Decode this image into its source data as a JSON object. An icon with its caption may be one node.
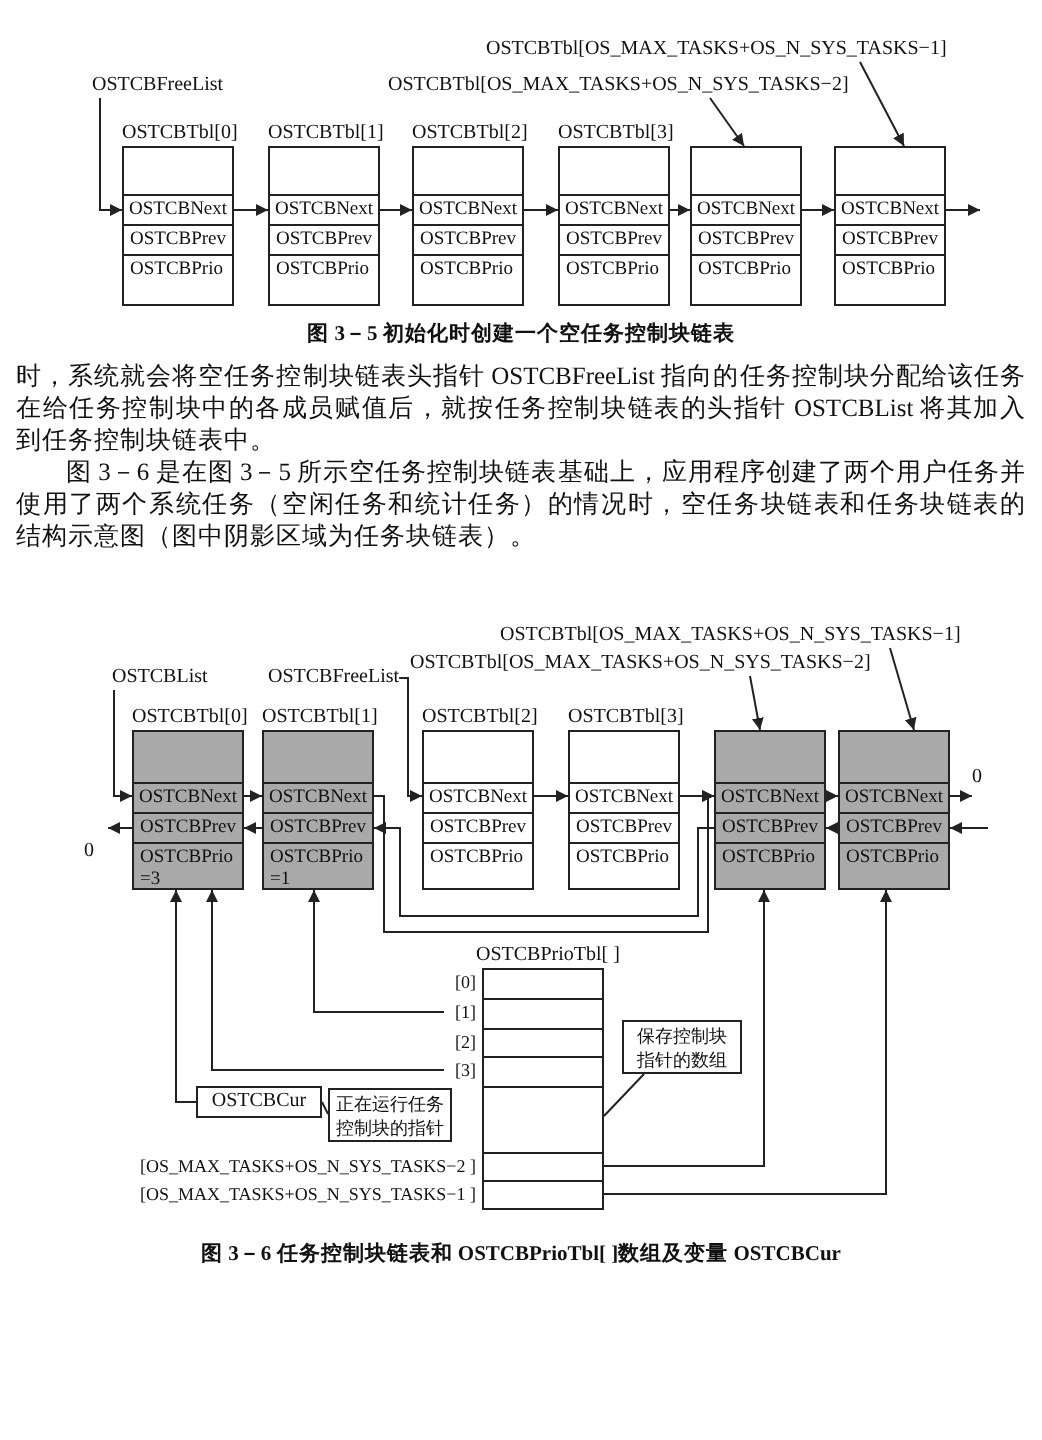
{
  "diagram": {
    "nodes": [
      {
        "text": [
          "OSTCBTbl[OS_MAX_TASKS+OS_N_SYS_TASKS−1]"
        ]
      },
      {
        "text": [
          "OSTCBFreeList"
        ]
      },
      {
        "text": [
          "OSTCBTbl[OS_MAX_TASKS+OS_N_SYS_TASKS−2]"
        ]
      },
      {
        "text": [
          "OSTCBTbl[0]",
          "OSTCBNext",
          "OSTCBPrev",
          "OSTCBPrio"
        ]
      },
      {
        "text": [
          "OSTCBTbl[1]",
          "OSTCBNext",
          "OSTCBPrev",
          "OSTCBPrio"
        ]
      },
      {
        "text": [
          "OSTCBTbl[2]",
          "OSTCBNext",
          "OSTCBPrev",
          "OSTCBPrio"
        ]
      },
      {
        "text": [
          "OSTCBTbl[3]",
          "OSTCBNext",
          "OSTCBPrev",
          "OSTCBPrio"
        ]
      },
      {
        "text": [
          "OSTCBNext",
          "OSTCBPrev",
          "OSTCBPrio"
        ]
      },
      {
        "text": [
          "OSTCBNext",
          "OSTCBPrev",
          "OSTCBPrio"
        ]
      },
      {
        "text": [
          "OSTCBTbl[OS_MAX_TASKS+OS_N_SYS_TASKS−1]"
        ]
      },
      {
        "text": [
          "OSTCBList"
        ]
      },
      {
        "text": [
          "OSTCBFreeList"
        ]
      },
      {
        "text": [
          "OSTCBTbl[OS_MAX_TASKS+OS_N_SYS_TASKS−2]"
        ]
      },
      {
        "text": [
          "OSTCBTbl[0]",
          "OSTCBNext",
          "OSTCBPrev",
          "OSTCBPrio =3"
        ]
      },
      {
        "text": [
          "OSTCBTbl[1]",
          "OSTCBNext",
          "OSTCBPrev",
          "OSTCBPrio =1"
        ]
      },
      {
        "text": [
          "OSTCBTbl[2]",
          "OSTCBNext",
          "OSTCBPrev",
          "OSTCBPrio"
        ]
      },
      {
        "text": [
          "OSTCBTbl[3]",
          "OSTCBNext",
          "OSTCBPrev",
          "OSTCBPrio"
        ]
      },
      {
        "text": [
          "OSTCBNext",
          "OSTCBPrev",
          "OSTCBPrio"
        ]
      },
      {
        "text": [
          "OSTCBNext",
          "OSTCBPrev",
          "OSTCBPrio"
        ]
      },
      {
        "text": [
          "0"
        ]
      },
      {
        "text": [
          "0"
        ]
      },
      {
        "text": [
          "OSTCBPrioTbl[ ]"
        ]
      },
      {
        "text": [],
        "shape": "box",
        "in": 21,
        "beside": [
          "[0]"
        ]
      },
      {
        "text": [],
        "shape": "box",
        "in": 21,
        "beside": [
          "[1]"
        ]
      },
      {
        "text": [],
        "shape": "box",
        "in": 21,
        "beside": [
          "[2]"
        ]
      },
      {
        "text": [],
        "shape": "box",
        "in": 21,
        "beside": [
          "[3]"
        ]
      },
      {
        "text": [],
        "shape": "box",
        "in": 21
      },
      {
        "text": [],
        "shape": "box",
        "in": 21,
        "beside": [
          "[OS_MAX_TASKS+OS_N_SYS_TASKS−2 ]"
        ]
      },
      {
        "text": [],
        "shape": "box",
        "in": 21,
        "beside": [
          "[OS_MAX_TASKS+OS_N_SYS_TASKS−1 ]"
        ]
      },
      {
        "text": [
          "保存控制块指针的数组"
        ]
      },
      {
        "text": [
          "OSTCBCur"
        ]
      },
      {
        "text": [
          "正在运行任务控制块的指针"
        ]
      }
    ],
    "edges": [
      {
        "from": 1,
        "to": 3,
        "arrow": "to"
      },
      {
        "from": 3,
        "to": 4,
        "arrow": "to"
      },
      {
        "from": 4,
        "to": 5,
        "arrow": "to"
      },
      {
        "from": 5,
        "to": 6,
        "arrow": "to"
      },
      {
        "from": 6,
        "to": 7,
        "arrow": "to"
      },
      {
        "from": 7,
        "to": 8,
        "arrow": "to"
      },
      {
        "from": 8,
        "to": null,
        "arrow": "to"
      },
      {
        "from": 2,
        "to": 7,
        "arrow": "to"
      },
      {
        "from": 0,
        "to": 8,
        "arrow": "to"
      },
      {
        "from": 9,
        "to": 18,
        "arrow": "to"
      },
      {
        "from": 10,
        "to": 13,
        "arrow": "to"
      },
      {
        "from": 11,
        "to": 15,
        "arrow": "to"
      },
      {
        "from": 12,
        "to": 17,
        "arrow": "to"
      },
      {
        "from": 13,
        "to": 14,
        "arrow": "to"
      },
      {
        "from": 14,
        "to": 13,
        "arrow": "to"
      },
      {
        "from": 13,
        "to": 20,
        "arrow": "to"
      },
      {
        "from": 14,
        "to": 17,
        "arrow": "to"
      },
      {
        "from": 17,
        "to": 14,
        "arrow": "to"
      },
      {
        "from": 15,
        "to": 16,
        "arrow": "to"
      },
      {
        "from": 16,
        "to": 17,
        "arrow": "to"
      },
      {
        "from": 17,
        "to": 18,
        "arrow": "to"
      },
      {
        "from": 18,
        "to": 17,
        "arrow": "to"
      },
      {
        "from": 18,
        "to": 19,
        "arrow": "to"
      },
      {
        "from": null,
        "to": 18,
        "arrow": "to"
      },
      {
        "from": 23,
        "to": 14,
        "arrow": "to"
      },
      {
        "from": 25,
        "to": 13,
        "arrow": "to"
      },
      {
        "from": 30,
        "to": 13,
        "arrow": "to"
      },
      {
        "from": 27,
        "to": 17,
        "arrow": "to"
      },
      {
        "from": 28,
        "to": 18,
        "arrow": "to"
      },
      {
        "from": 29,
        "to": 26,
        "arrow": "none"
      },
      {
        "from": 31,
        "to": 30,
        "arrow": "none"
      }
    ],
    "labels": [
      "图 3－5 初始化时创建一个空任务控制块链表",
      "时，系统就会将空任务控制块链表头指针 OSTCBFreeList 指向的任务控制块分配给该任务在给任务控制块中的各成员赋值后，就按任务控制块链表的头指针 OSTCBList 将其加入到任务控制块链表中。",
      "图 3－6 是在图 3－5 所示空任务控制块链表基础上，应用程序创建了两个用户任务并使用了两个系统任务（空闲任务和统计任务）的情况时，空任务块链表和任务块链表的结构示意图（图中阴影区域为任务块链表）。",
      "图 3－6 任务控制块链表和 OSTCBPrioTbl[ ]数组及变量 OSTCBCur"
    ]
  }
}
